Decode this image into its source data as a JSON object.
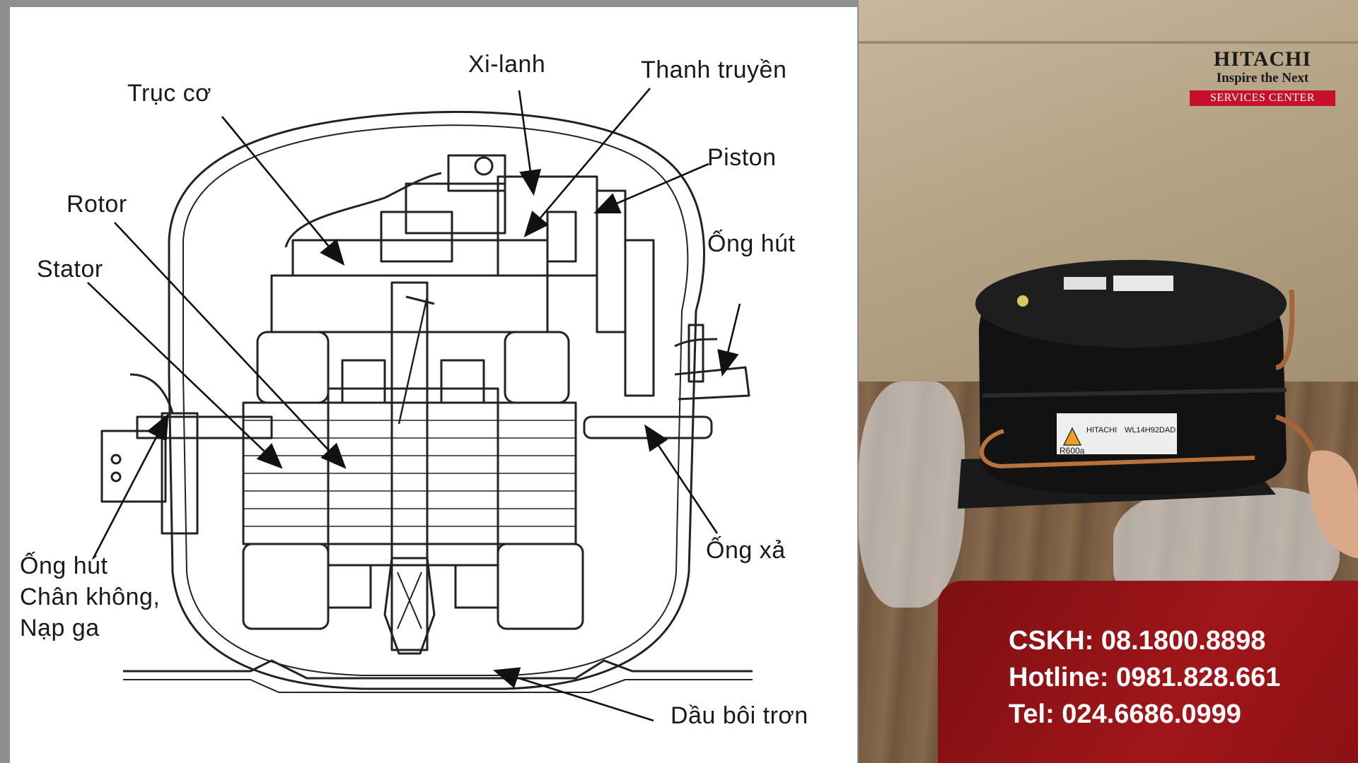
{
  "diagram": {
    "labels": {
      "xi_lanh": "Xi-lanh",
      "thanh_truyen": "Thanh truyền",
      "truc_co": "Trục cơ",
      "piston": "Piston",
      "rotor": "Rotor",
      "ong_hut": "Ống hút",
      "stator": "Stator",
      "ong_xa": "Ống xả",
      "ong_hut_chan_khong_line1": "Ống hút",
      "ong_hut_chan_khong_line2": "Chân không,",
      "ong_hut_chan_khong_line3": "Nạp ga",
      "dau_boi_tron": "Dầu bôi trơn"
    }
  },
  "logo": {
    "brand": "HITACHI",
    "tagline": "Inspire the Next",
    "service": "SERVICES CENTER"
  },
  "photo": {
    "compressor_label_brand": "HITACHI",
    "compressor_label_model": "WL14H92DAD",
    "compressor_label_gas": "R600a"
  },
  "contact": {
    "cskh": "CSKH: 08.1800.8898",
    "hotline": "Hotline: 0981.828.661",
    "tel": "Tel: 024.6686.0999"
  },
  "colors": {
    "brand_red": "#c8102e",
    "contact_bg": "#9a1418"
  }
}
